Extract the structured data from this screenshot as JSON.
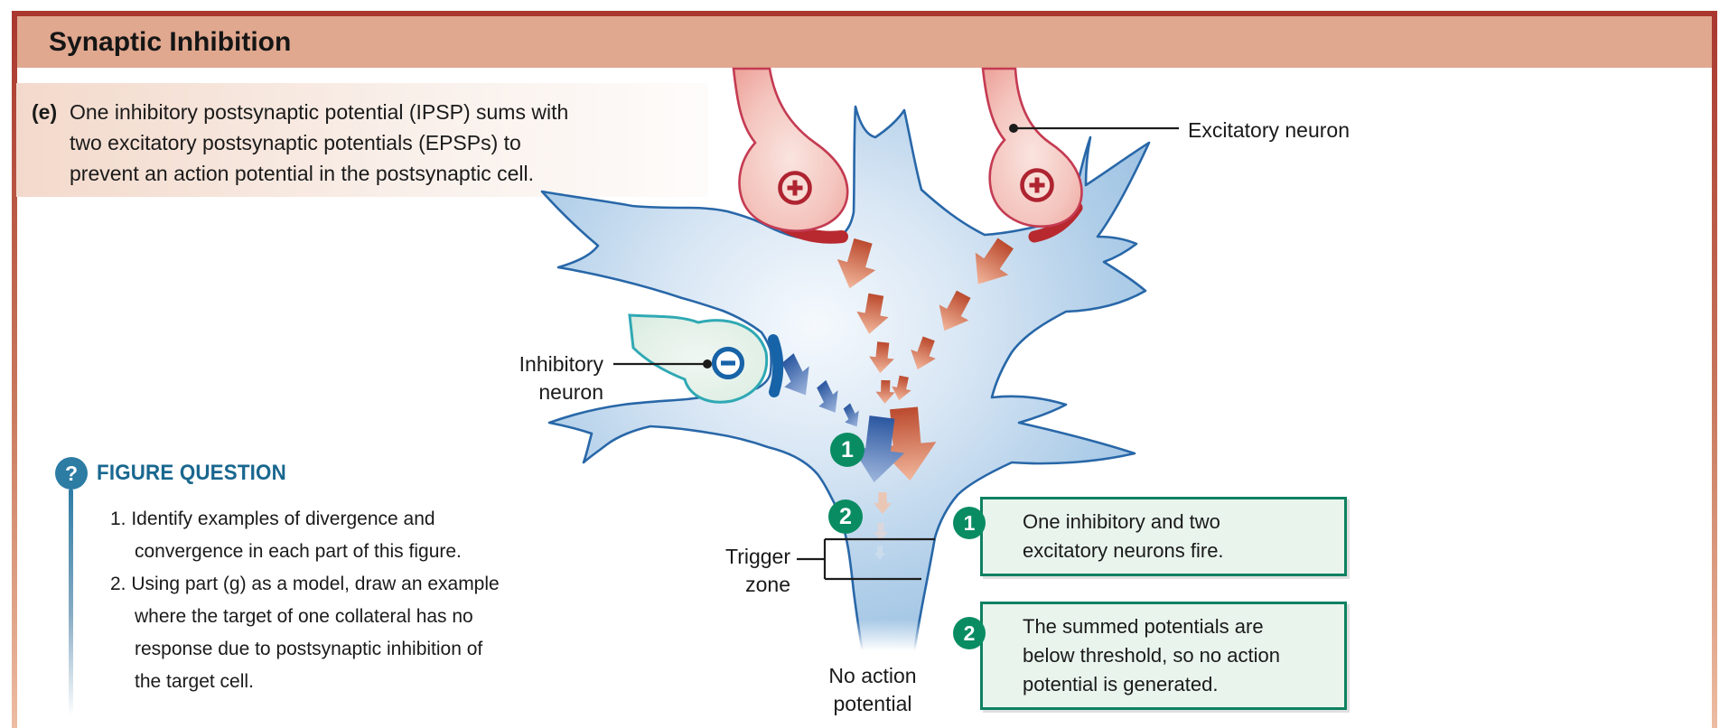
{
  "figure": {
    "title": "Synaptic Inhibition",
    "panel_label": "(e)",
    "caption_lines": [
      "One inhibitory postsynaptic potential (IPSP) sums with",
      "two excitatory postsynaptic potentials (EPSPs) to",
      "prevent an action potential in the postsynaptic cell."
    ]
  },
  "labels": {
    "excitatory": "Excitatory neuron",
    "inhibitory_line1": "Inhibitory",
    "inhibitory_line2": "neuron",
    "trigger_line1": "Trigger",
    "trigger_line2": "zone",
    "no_ap_line1": "No action",
    "no_ap_line2": "potential",
    "plus_icon": "+",
    "minus_icon": "−"
  },
  "step_markers": {
    "one": "1",
    "two": "2"
  },
  "callouts": [
    {
      "number": "1",
      "lines": [
        "One inhibitory and two",
        "excitatory neurons fire."
      ]
    },
    {
      "number": "2",
      "lines": [
        "The summed potentials are",
        "below threshold, so no action",
        "potential is generated."
      ]
    }
  ],
  "figure_question": {
    "icon": "?",
    "heading": "FIGURE QUESTION",
    "lines": [
      "1. Identify examples of divergence and",
      "convergence in each part of this figure.",
      "2. Using part (g) as a model, draw an example",
      "where the target of one collateral has no",
      "response due to postsynaptic inhibition of",
      "the target cell."
    ]
  },
  "colors": {
    "frame_red": "#a9372e",
    "frame_fade": "#edbca2",
    "header_bg": "#e0a88f",
    "caption_bg": "#f3d9cb",
    "callout_green_border": "#0e8161",
    "callout_bg": "#e9f4ed",
    "step_green": "#0a8c62",
    "figure_question_blue": "#2c7ca4",
    "heading_blue": "#19678f",
    "soma_fill": "#a9c9e6",
    "soma_stroke": "#2867a8",
    "excitatory_stroke": "#c43b52",
    "excitatory_fill": "#f4c3bc",
    "synapse_red": "#b8292f",
    "inhibitory_stroke": "#2fa9b4",
    "inhibitory_fill": "#e3f1ea",
    "synapse_blue": "#1763a8",
    "epsp_arrow": "#c65a3c",
    "ipsp_arrow": "#3264ac",
    "text_dark": "#1a1a1a"
  }
}
